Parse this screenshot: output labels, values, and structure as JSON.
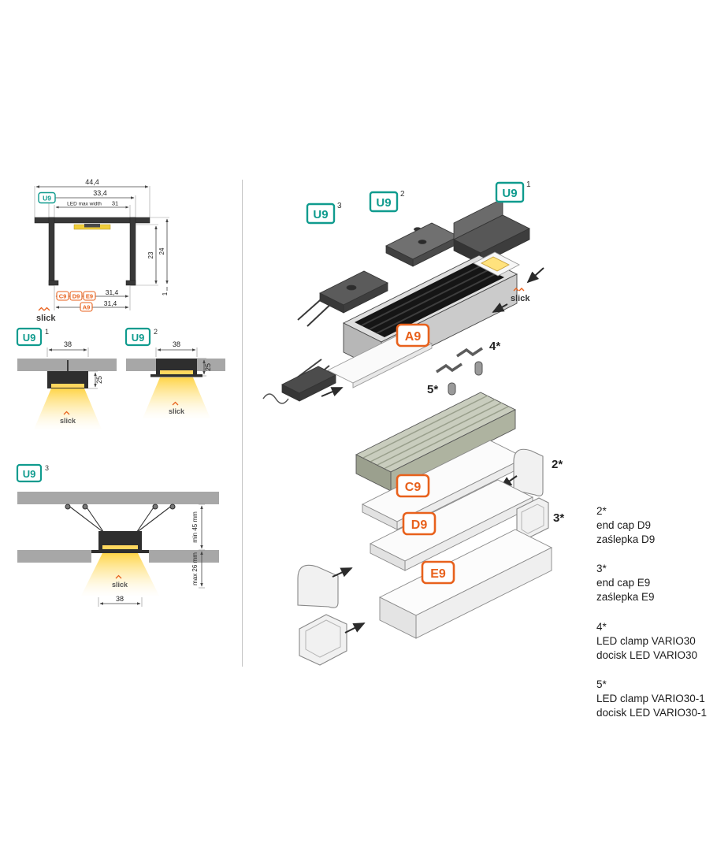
{
  "accent": {
    "teal": "#0f9b8e",
    "orange": "#e8611c"
  },
  "cross_section": {
    "dim_total": "44,4",
    "badge_u9": "U9",
    "dim_u9": "33,4",
    "led_max_label": "LED max width",
    "led_max_value": "31",
    "dim_h_inner": "23",
    "dim_h_outer": "24",
    "badge_c9": "C9",
    "badge_d9": "D9",
    "badge_e9": "E9",
    "dim_cde": "31,4",
    "badge_a9": "A9",
    "dim_a9": "31,4",
    "dim_lip": "1",
    "slick": "slick"
  },
  "mount1": {
    "badge": "U9",
    "sup": "1",
    "dim_w": "38",
    "dim_h": "25",
    "slick": "slick"
  },
  "mount2": {
    "badge": "U9",
    "sup": "2",
    "dim_w": "38",
    "dim_h": "25",
    "slick": "slick"
  },
  "mount3": {
    "badge": "U9",
    "sup": "3",
    "dim_min": "min 45 mm",
    "dim_max": "max 26 mm",
    "dim_w": "38",
    "slick": "slick"
  },
  "exploded": {
    "badge_u9_3": {
      "label": "U9",
      "sup": "3"
    },
    "badge_u9_2": {
      "label": "U9",
      "sup": "2"
    },
    "badge_u9_1": {
      "label": "U9",
      "sup": "1"
    },
    "badge_a9": "A9",
    "badge_c9": "C9",
    "badge_d9": "D9",
    "badge_e9": "E9",
    "callout_2": "2*",
    "callout_3": "3*",
    "callout_4": "4*",
    "callout_5": "5*",
    "slick": "slick"
  },
  "legend": [
    {
      "num": "2*",
      "line1": "end cap D9",
      "line2": "zaślepka D9"
    },
    {
      "num": "3*",
      "line1": "end cap E9",
      "line2": "zaślepka E9"
    },
    {
      "num": "4*",
      "line1": "LED clamp VARIO30",
      "line2": "docisk LED VARIO30"
    },
    {
      "num": "5*",
      "line1": "LED clamp VARIO30-1",
      "line2": "docisk LED VARIO30-1"
    }
  ]
}
